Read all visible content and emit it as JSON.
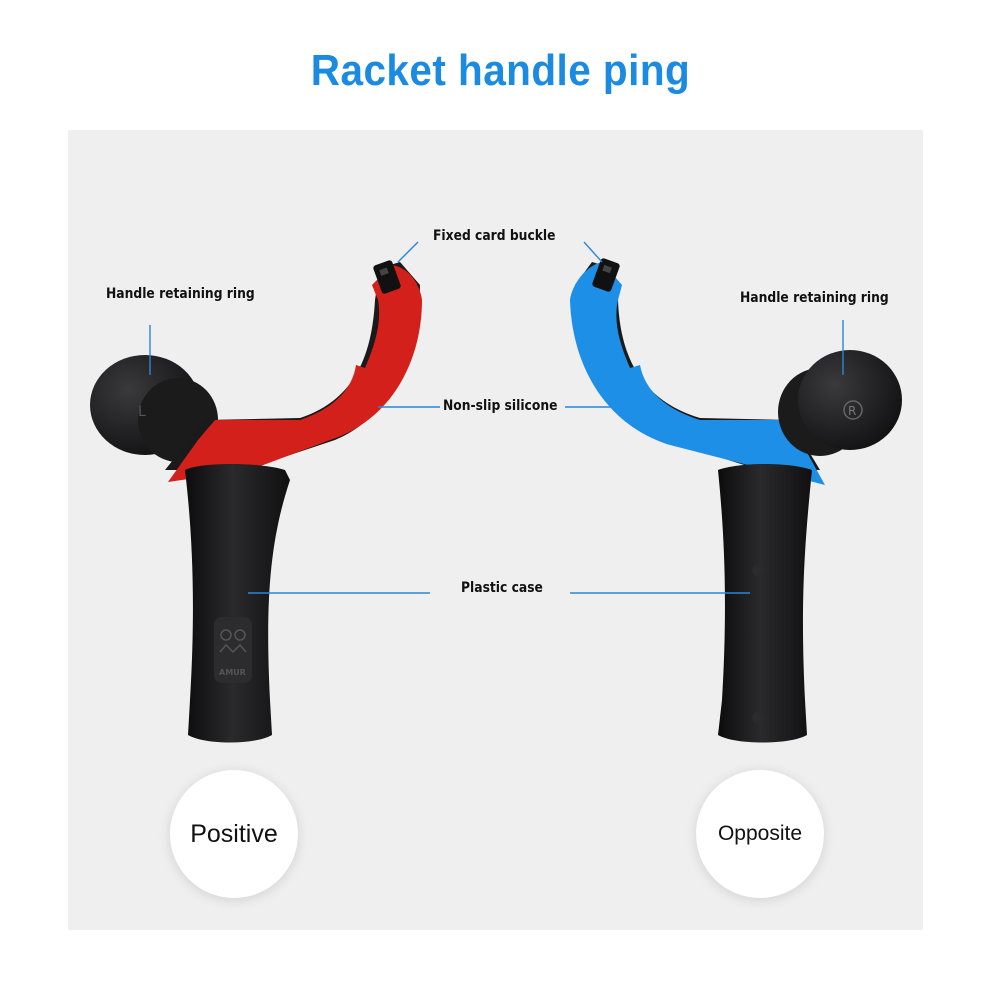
{
  "title": "Racket handle ping",
  "labels": {
    "fixed_card_buckle": "Fixed card buckle",
    "handle_ring_left": "Handle retaining ring",
    "handle_ring_right": "Handle retaining ring",
    "non_slip_silicone": "Non-slip silicone",
    "plastic_case": "Plastic case"
  },
  "views": {
    "positive": "Positive",
    "opposite": "Opposite"
  },
  "marks": {
    "left_ring_letter": "L",
    "right_ring_letter": "R",
    "logo_text": "AMUR"
  },
  "colors": {
    "title": "#1a8be0",
    "leader_line": "#2a86d8",
    "red_silicone": "#d3201b",
    "blue_silicone": "#1e8fe6",
    "handle": "#1c1c1e",
    "panel": "#efefef"
  }
}
